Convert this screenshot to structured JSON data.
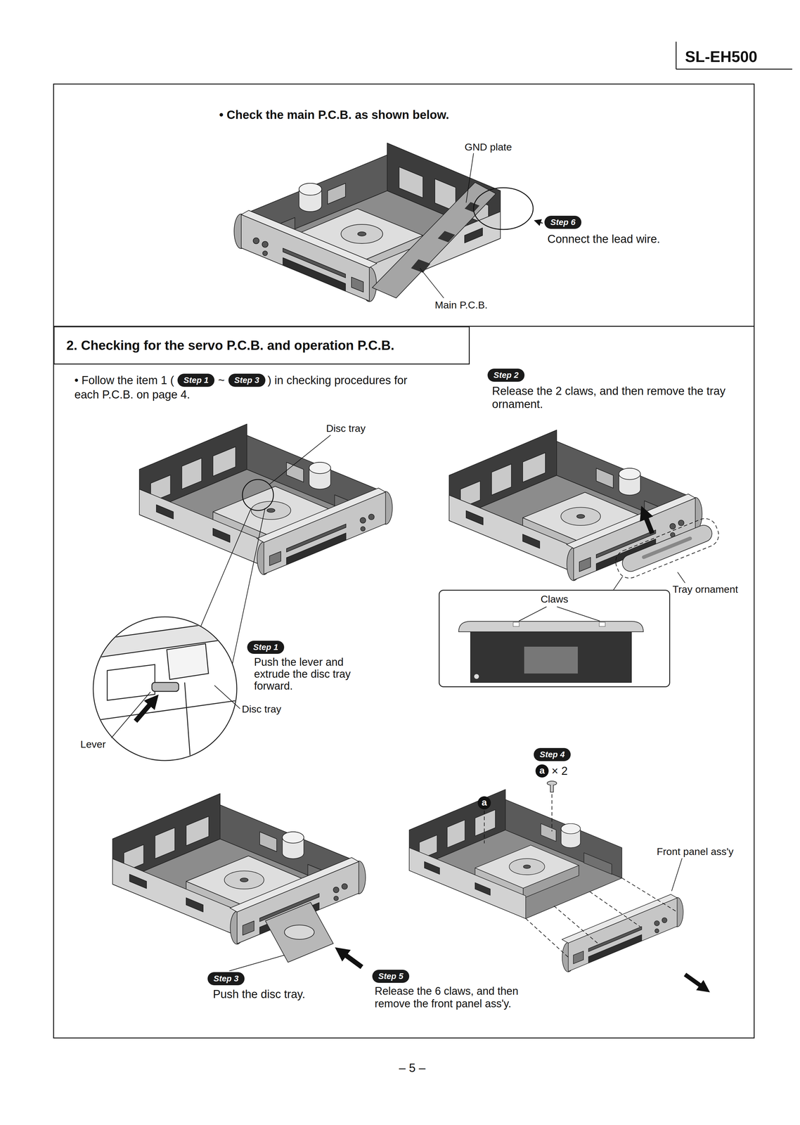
{
  "diagram": {
    "nodes": [
      {
        "text": [
          "Step 6"
        ]
      },
      {
        "text": [
          "2. Checking for the servo P.C.B. and operation P.C.B."
        ]
      },
      {
        "text": [
          "Step 1"
        ]
      },
      {
        "text": [
          "Step 3"
        ]
      },
      {
        "text": [
          "Step 2"
        ]
      },
      {
        "text": [
          "Step 1"
        ]
      },
      {
        "text": [
          "Claws"
        ]
      },
      {
        "text": [
          "Step 4"
        ]
      },
      {
        "text": [
          "a"
        ]
      },
      {
        "text": [
          "a"
        ]
      },
      {
        "text": [
          "Step 3"
        ]
      },
      {
        "text": [
          "Step 5"
        ]
      }
    ],
    "labels": [
      "SL-EH500",
      "• Check the main P.C.B. as shown below.",
      "GND plate",
      "Connect the lead wire.",
      "Main P.C.B.",
      "• Follow the item 1 (",
      "~",
      ") in checking procedures for each P.C.B. on page 4.",
      "Release the 2 claws, and then remove the tray ornament.",
      "Disc tray",
      "Push the lever and extrude the disc tray forward.",
      "Disc tray",
      "Lever",
      "Tray ornament",
      "× 2",
      "Front panel ass'y",
      "Push the disc tray.",
      "Release the 6 claws, and then remove the front panel ass'y.",
      "– 5 –"
    ]
  }
}
